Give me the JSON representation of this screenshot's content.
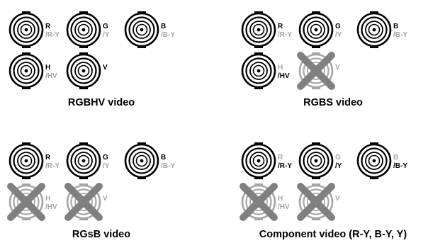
{
  "colors": {
    "active": "#000000",
    "inactive": "#a6a6a6",
    "cross": "#808080",
    "background": "#ffffff"
  },
  "panels": [
    {
      "id": "rgbhv",
      "caption": "RGBHV video",
      "connectors": [
        {
          "id": "r",
          "primary": "R",
          "secondary": "/R-Y",
          "primary_active": true,
          "secondary_active": false,
          "unused": false
        },
        {
          "id": "g",
          "primary": "G",
          "secondary": "/Y",
          "primary_active": true,
          "secondary_active": false,
          "unused": false
        },
        {
          "id": "b",
          "primary": "B",
          "secondary": "/B-Y",
          "primary_active": true,
          "secondary_active": false,
          "unused": false
        },
        {
          "id": "h",
          "primary": "H",
          "secondary": "/HV",
          "primary_active": true,
          "secondary_active": false,
          "unused": false
        },
        {
          "id": "v",
          "primary": "V",
          "secondary": "",
          "primary_active": true,
          "secondary_active": false,
          "unused": false
        }
      ]
    },
    {
      "id": "rgbs",
      "caption": "RGBS video",
      "connectors": [
        {
          "id": "r",
          "primary": "R",
          "secondary": "/R-Y",
          "primary_active": true,
          "secondary_active": false,
          "unused": false
        },
        {
          "id": "g",
          "primary": "G",
          "secondary": "/Y",
          "primary_active": true,
          "secondary_active": false,
          "unused": false
        },
        {
          "id": "b",
          "primary": "B",
          "secondary": "/B-Y",
          "primary_active": true,
          "secondary_active": false,
          "unused": false
        },
        {
          "id": "h",
          "primary": "H",
          "secondary": "/HV",
          "primary_active": false,
          "secondary_active": true,
          "unused": false
        },
        {
          "id": "v",
          "primary": "V",
          "secondary": "",
          "primary_active": false,
          "secondary_active": false,
          "unused": true
        }
      ]
    },
    {
      "id": "rgsb",
      "caption": "RGsB video",
      "connectors": [
        {
          "id": "r",
          "primary": "R",
          "secondary": "/R-Y",
          "primary_active": true,
          "secondary_active": false,
          "unused": false
        },
        {
          "id": "g",
          "primary": "G",
          "secondary": "/Y",
          "primary_active": true,
          "secondary_active": false,
          "unused": false
        },
        {
          "id": "b",
          "primary": "B",
          "secondary": "/B-Y",
          "primary_active": true,
          "secondary_active": false,
          "unused": false
        },
        {
          "id": "h",
          "primary": "H",
          "secondary": "/HV",
          "primary_active": false,
          "secondary_active": false,
          "unused": true
        },
        {
          "id": "v",
          "primary": "V",
          "secondary": "",
          "primary_active": false,
          "secondary_active": false,
          "unused": true
        }
      ]
    },
    {
      "id": "component",
      "caption": "Component video (R-Y, B-Y, Y)",
      "connectors": [
        {
          "id": "r",
          "primary": "R",
          "secondary": "/R-Y",
          "primary_active": false,
          "secondary_active": true,
          "unused": false
        },
        {
          "id": "g",
          "primary": "G",
          "secondary": "/Y",
          "primary_active": false,
          "secondary_active": true,
          "unused": false
        },
        {
          "id": "b",
          "primary": "B",
          "secondary": "/B-Y",
          "primary_active": false,
          "secondary_active": true,
          "unused": false
        },
        {
          "id": "h",
          "primary": "H",
          "secondary": "/HV",
          "primary_active": false,
          "secondary_active": false,
          "unused": true
        },
        {
          "id": "v",
          "primary": "V",
          "secondary": "",
          "primary_active": false,
          "secondary_active": false,
          "unused": true
        }
      ]
    }
  ]
}
